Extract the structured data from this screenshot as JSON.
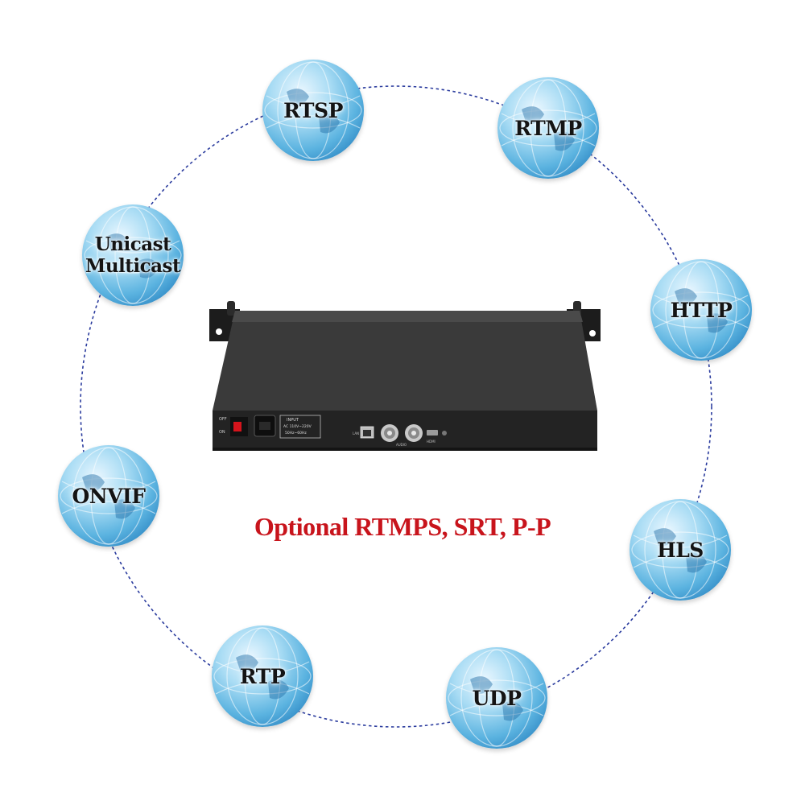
{
  "diagram": {
    "protocols": [
      {
        "id": "rtsp",
        "label": "RTSP"
      },
      {
        "id": "rtmp",
        "label": "RTMP"
      },
      {
        "id": "http",
        "label": "HTTP"
      },
      {
        "id": "hls",
        "label": "HLS"
      },
      {
        "id": "udp",
        "label": "UDP"
      },
      {
        "id": "rtp",
        "label": "RTP"
      },
      {
        "id": "onvif",
        "label": "ONVIF"
      },
      {
        "id": "unicast-multicast",
        "label": "Unicast",
        "label2": "Multicast"
      }
    ],
    "optional_note": "Optional RTMPS, SRT, P-P",
    "colors": {
      "ring": "#2b3c9e",
      "note": "#c8141c",
      "globe": "#5bb3e0",
      "device": "#262626"
    }
  },
  "device": {
    "switch_off": "OFF",
    "switch_on": "ON",
    "input_title": "INPUT",
    "input_voltage": "AC 110V~220V",
    "input_freq": "50Hz~60Hz",
    "port_lan": "LAN",
    "port_audio": "AUDIO",
    "port_hdmi": "HDMI"
  }
}
